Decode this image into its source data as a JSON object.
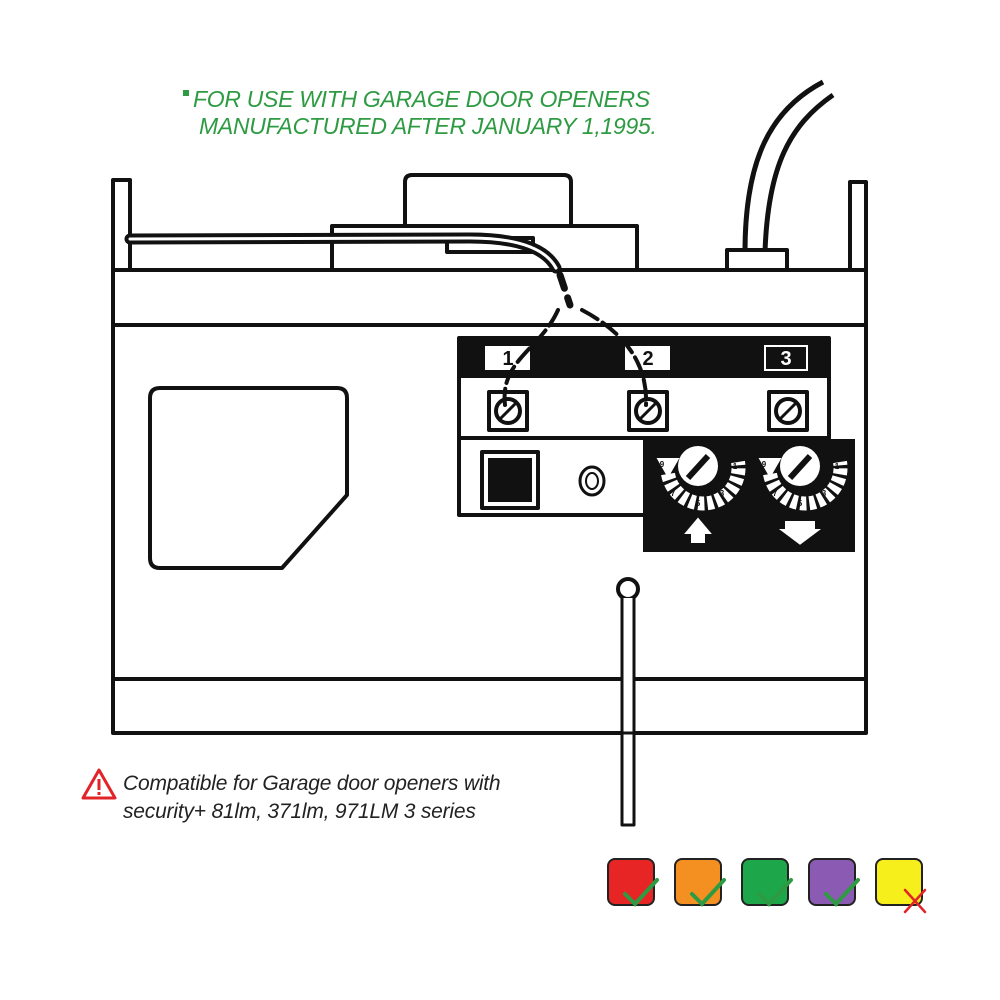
{
  "note": {
    "line1": "FOR USE WITH GARAGE DOOR OPENERS",
    "line2": "MANUFACTURED AFTER JANUARY 1,1995."
  },
  "terminals": [
    "1",
    "2",
    "3"
  ],
  "dial_numbers": [
    "9",
    "7",
    "5",
    "3",
    "1"
  ],
  "warning": {
    "line1": "Compatible for Garage door openers with",
    "line2": "security+ 81lm, 371lm, 971LM 3 series"
  },
  "learn_buttons": [
    {
      "color": "#e82525",
      "status": "check"
    },
    {
      "color": "#f39021",
      "status": "check"
    },
    {
      "color": "#1ea64b",
      "status": "check"
    },
    {
      "color": "#8b5bb3",
      "status": "check"
    },
    {
      "color": "#f7ef1c",
      "status": "cross"
    }
  ],
  "colors": {
    "note_green": "#2e9b43",
    "warning_red": "#e2232a",
    "check_green": "#2e9b43",
    "cross_red": "#e2232a"
  }
}
